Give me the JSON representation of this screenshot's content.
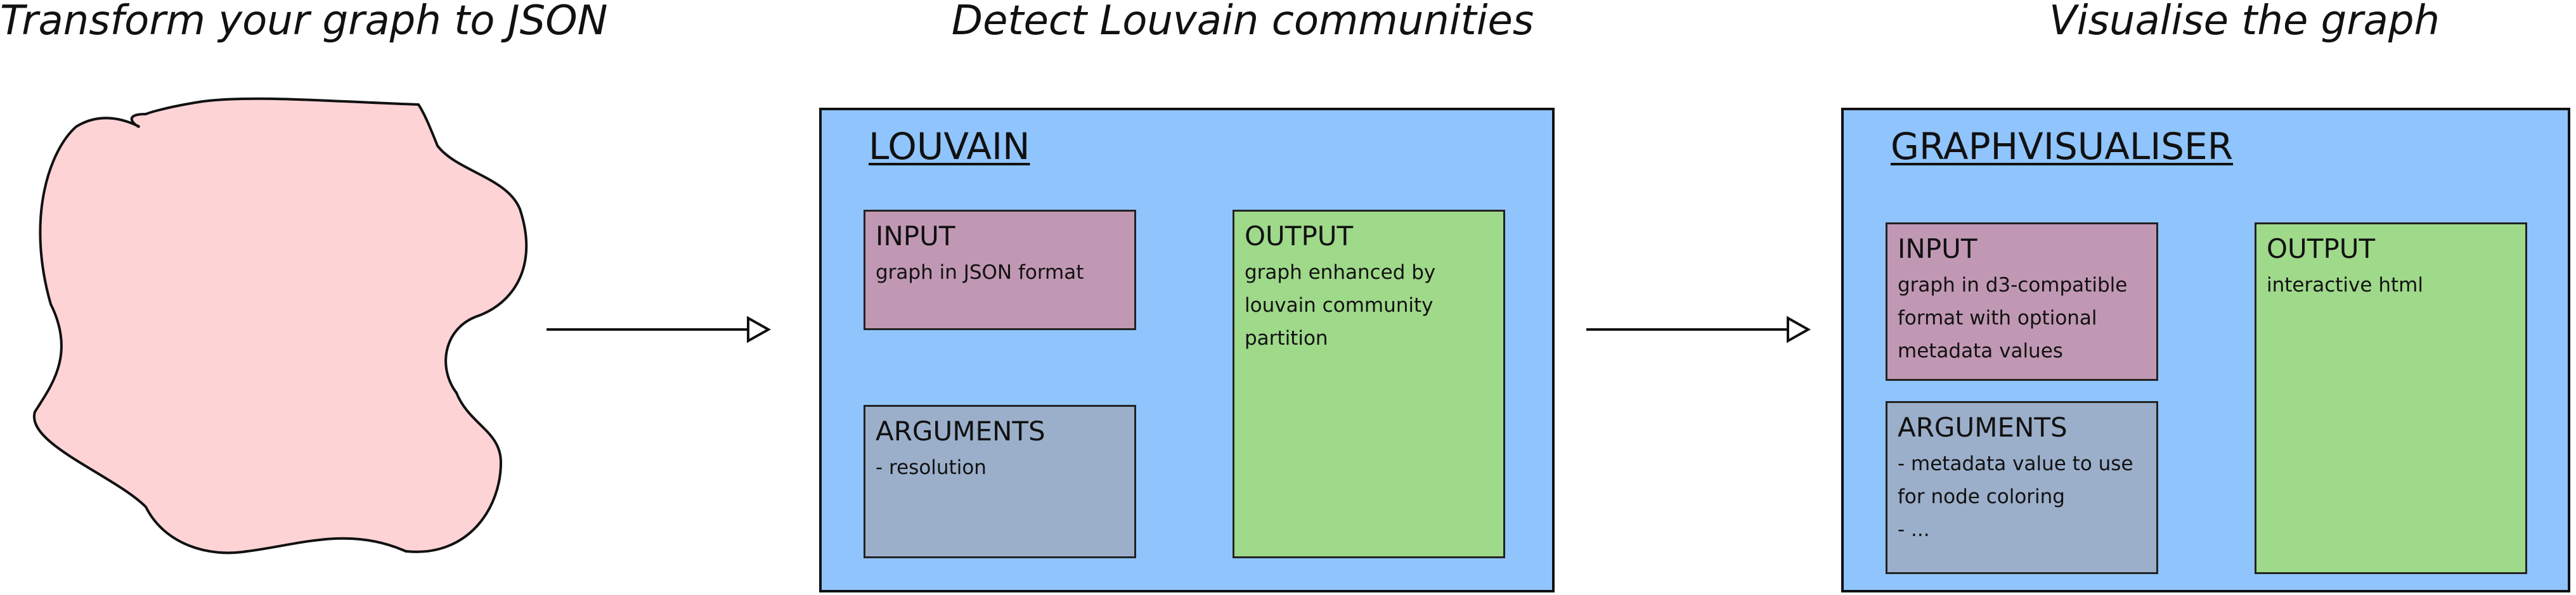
{
  "stages": {
    "transform": {
      "title": "Transform your graph to JSON"
    },
    "louvain": {
      "title": "Detect Louvain communities",
      "panel_title": "LOUVAIN",
      "input": {
        "title": "INPUT",
        "lines": [
          "graph in JSON format"
        ]
      },
      "arguments": {
        "title": "ARGUMENTS",
        "lines": [
          "- resolution"
        ]
      },
      "output": {
        "title": "OUTPUT",
        "lines": [
          "graph enhanced by",
          "louvain community",
          "partition"
        ]
      }
    },
    "visualise": {
      "title": "Visualise the graph",
      "panel_title": "GRAPHVISUALISER",
      "input": {
        "title": "INPUT",
        "lines": [
          "graph in d3-compatible",
          "format with optional",
          "metadata values"
        ]
      },
      "arguments": {
        "title": "ARGUMENTS",
        "lines": [
          "- metadata value to use",
          "for node coloring",
          "- ..."
        ]
      },
      "output": {
        "title": "OUTPUT",
        "lines": [
          "interactive html"
        ]
      }
    }
  },
  "colors": {
    "blob_fill": "#fed3d6",
    "panel_fill": "#90c4fc",
    "input_fill": "#c198b4",
    "arguments_fill": "#9bafca",
    "output_fill": "#9fd98a",
    "stroke": "#111111"
  },
  "icons": {
    "blob": "graph-blob-shape",
    "arrow": "right-arrow-icon"
  }
}
